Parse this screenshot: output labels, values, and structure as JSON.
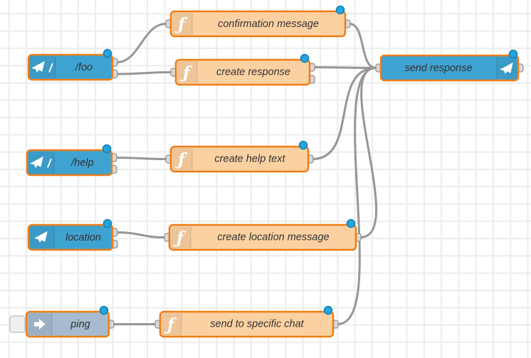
{
  "app": {
    "description": "Node-RED style flow editor canvas showing a Telegram bot flow"
  },
  "canvas": {
    "grid_size": 24,
    "background": "#ffffff",
    "grid_line_color": "#ececec"
  },
  "colors": {
    "telegram_node_fill": "#3fa3d2",
    "function_node_fill": "#fcd1a2",
    "inject_node_fill": "#a6bbcf",
    "selected_border": "#ee7d17",
    "wire": "#969696",
    "port_fill": "#d9d9d9",
    "port_border": "#8f8f8f",
    "changed_dot_fill": "#25a5dd",
    "changed_dot_border": "#0f7fb3",
    "label_text": "#333333"
  },
  "icons": {
    "command_slash": "/",
    "function_glyph": "ƒ",
    "telegram_plane": "paper-plane-icon",
    "inject_arrow": "arrow-right-icon"
  },
  "nodes": [
    {
      "label": "/foo",
      "type": "telegram-command",
      "outputs": 2,
      "inputs": 0,
      "changed": true
    },
    {
      "label": "confirmation message",
      "type": "function",
      "outputs": 1,
      "inputs": 1,
      "changed": true
    },
    {
      "label": "create response",
      "type": "function",
      "outputs": 2,
      "inputs": 1,
      "changed": true
    },
    {
      "label": "send response",
      "type": "telegram-sender",
      "outputs": 1,
      "inputs": 1,
      "changed": true
    },
    {
      "label": "/help",
      "type": "telegram-command",
      "outputs": 2,
      "inputs": 0,
      "changed": true
    },
    {
      "label": "create help text",
      "type": "function",
      "outputs": 1,
      "inputs": 1,
      "changed": true
    },
    {
      "label": "location",
      "type": "telegram-event",
      "outputs": 2,
      "inputs": 0,
      "changed": true
    },
    {
      "label": "create location message",
      "type": "function",
      "outputs": 1,
      "inputs": 1,
      "changed": true
    },
    {
      "label": "ping",
      "type": "inject",
      "outputs": 1,
      "inputs": 0,
      "changed": true
    },
    {
      "label": "send to specific chat",
      "type": "function",
      "outputs": 1,
      "inputs": 1,
      "changed": true
    }
  ],
  "wires": [
    {
      "from": "/foo output 1",
      "to": "confirmation message"
    },
    {
      "from": "/foo output 2",
      "to": "create response"
    },
    {
      "from": "confirmation message",
      "to": "send response"
    },
    {
      "from": "create response output 1",
      "to": "send response"
    },
    {
      "from": "/help output 1",
      "to": "create help text"
    },
    {
      "from": "create help text",
      "to": "send response"
    },
    {
      "from": "location output 1",
      "to": "create location message"
    },
    {
      "from": "create location message",
      "to": "send response"
    },
    {
      "from": "ping",
      "to": "send to specific chat"
    },
    {
      "from": "send to specific chat",
      "to": "send response"
    }
  ]
}
